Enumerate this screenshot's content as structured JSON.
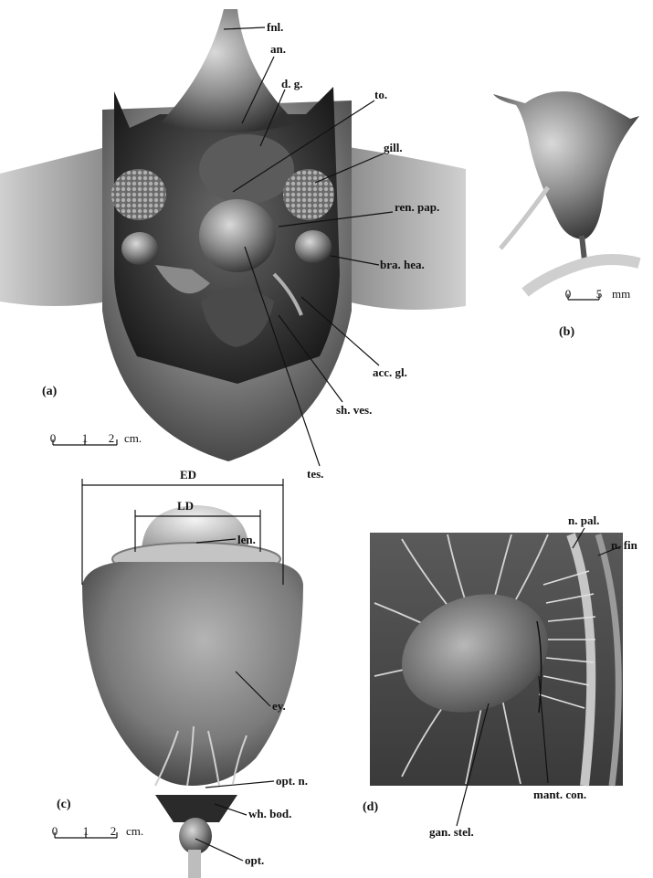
{
  "panels": {
    "a": {
      "letter": "(a)",
      "labels": {
        "fnl": "fnl.",
        "an": "an.",
        "dg": "d. g.",
        "to": "to.",
        "gill": "gill.",
        "ren_pap": "ren. pap.",
        "bra_hea": "bra. hea.",
        "acc_gl": "acc. gl.",
        "sh_ves": "sh. ves.",
        "tes": "tes."
      },
      "scale": {
        "ticks": [
          "0",
          "1",
          "2"
        ],
        "unit": "cm."
      }
    },
    "b": {
      "letter": "(b)",
      "scale": {
        "ticks": [
          "0",
          "5"
        ],
        "unit": "mm"
      }
    },
    "c": {
      "letter": "(c)",
      "labels": {
        "ED": "ED",
        "LD": "LD",
        "len": "len.",
        "ey": "ey.",
        "opt_n": "opt. n.",
        "wh_bod": "wh. bod.",
        "opt": "opt."
      },
      "scale": {
        "ticks": [
          "0",
          "1",
          "2"
        ],
        "unit": "cm."
      }
    },
    "d": {
      "letter": "(d)",
      "labels": {
        "n_pal": "n. pal.",
        "n_fin": "n. fin",
        "mant_con": "mant. con.",
        "gan_stel": "gan. stel."
      }
    }
  }
}
